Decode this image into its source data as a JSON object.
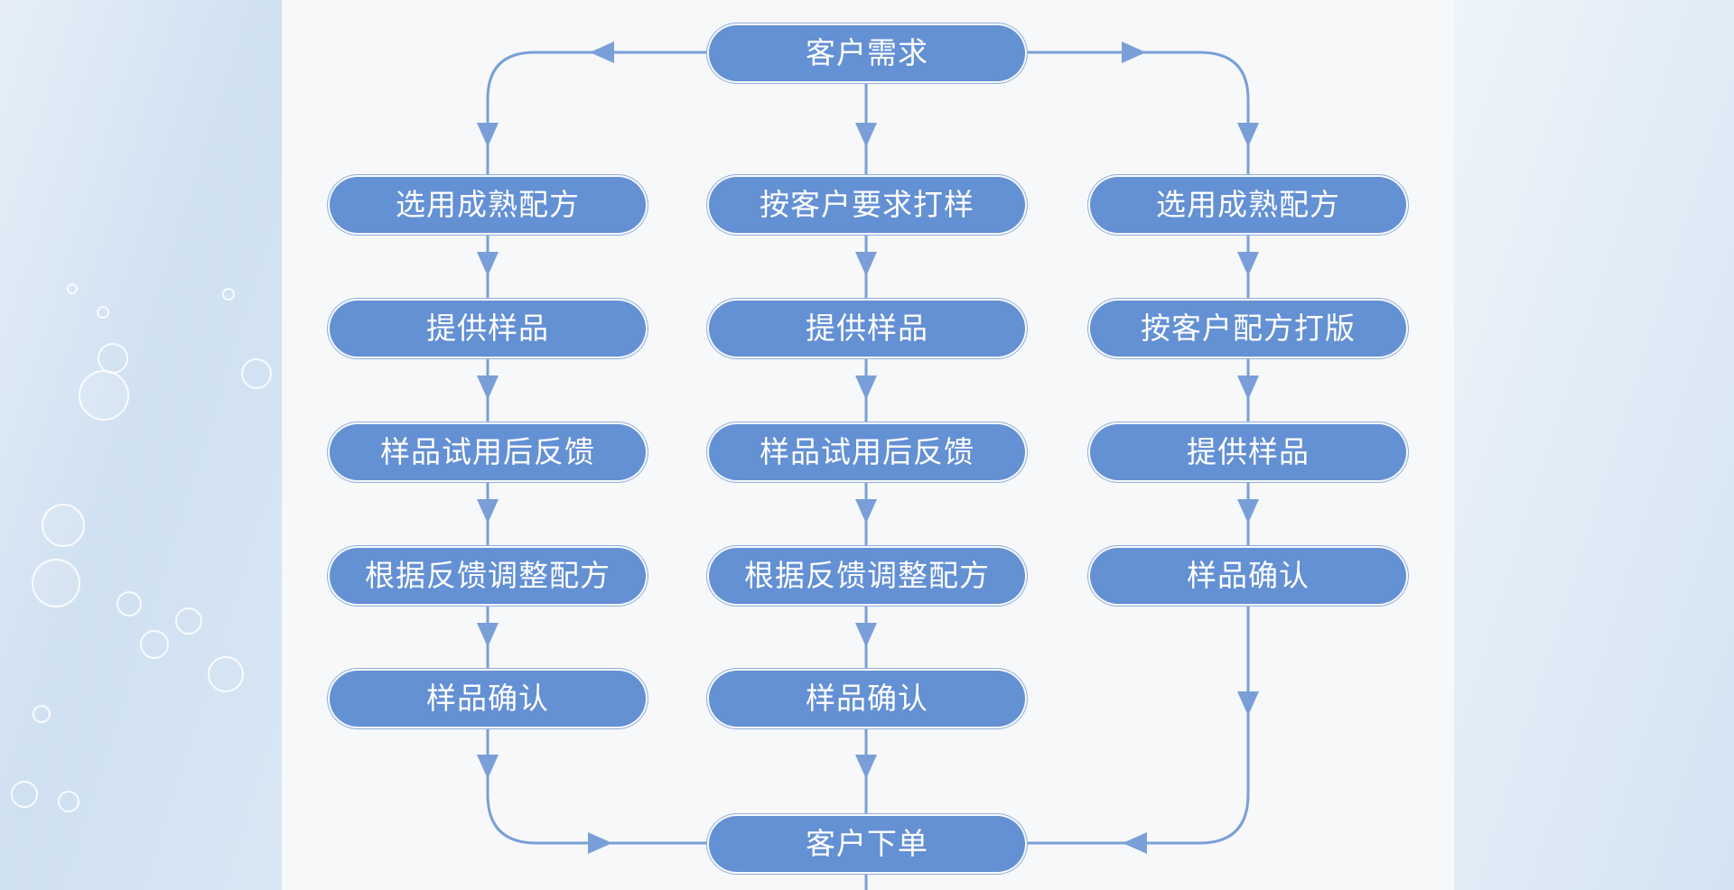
{
  "colors": {
    "node_fill": "#6490d4",
    "node_text": "#ffffff",
    "connector": "#7a9fd8",
    "paper": "#f7f8f9",
    "side_background": "#d7e6f4"
  },
  "nodes": {
    "top": "客户需求",
    "bottom": "客户下单",
    "left": [
      "选用成熟配方",
      "提供样品",
      "样品试用后反馈",
      "根据反馈调整配方",
      "样品确认"
    ],
    "center": [
      "按客户要求打样",
      "提供样品",
      "样品试用后反馈",
      "根据反馈调整配方",
      "样品确认"
    ],
    "right": [
      "选用成熟配方",
      "按客户配方打版",
      "提供样品",
      "样品确认"
    ]
  }
}
